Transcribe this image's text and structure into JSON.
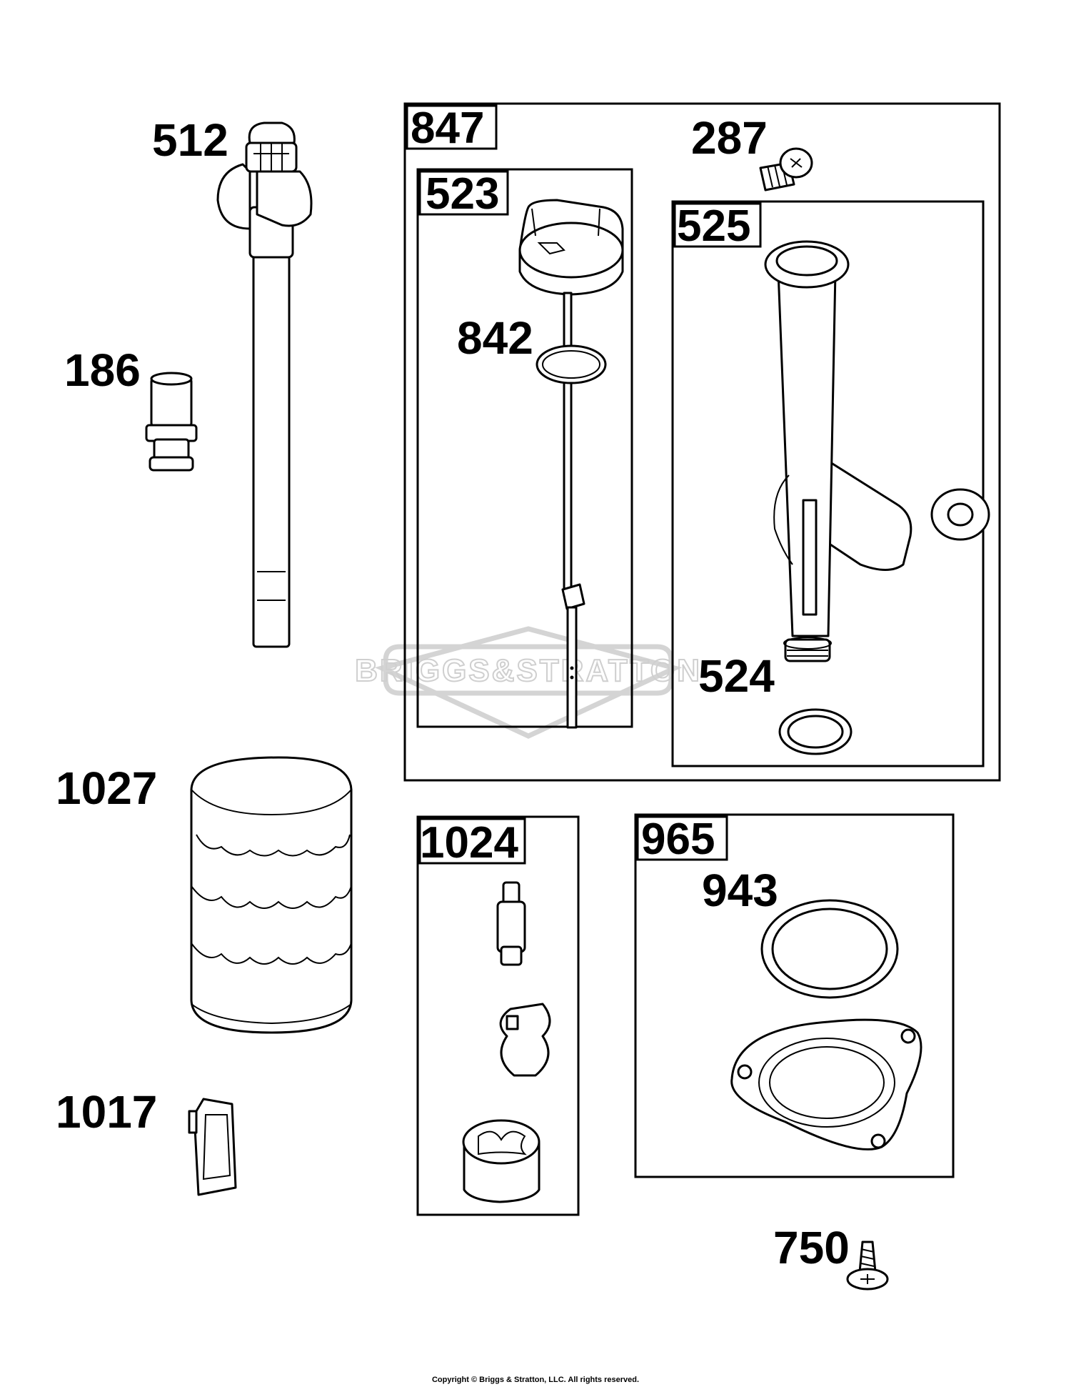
{
  "watermark": {
    "text": "BRIGGS&STRATTON"
  },
  "copyright": "Copyright © Briggs & Stratton, LLC. All rights reserved.",
  "kits": [
    {
      "number": "847"
    },
    {
      "number": "523"
    },
    {
      "number": "525"
    },
    {
      "number": "1024"
    },
    {
      "number": "965"
    }
  ],
  "parts": [
    {
      "number": "512"
    },
    {
      "number": "186"
    },
    {
      "number": "287"
    },
    {
      "number": "842"
    },
    {
      "number": "524"
    },
    {
      "number": "1027"
    },
    {
      "number": "1017"
    },
    {
      "number": "943"
    },
    {
      "number": "750"
    }
  ]
}
